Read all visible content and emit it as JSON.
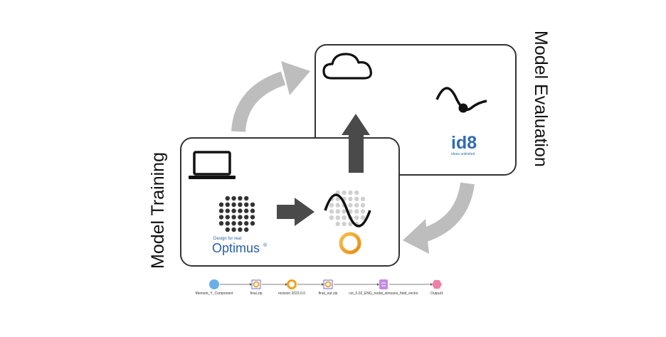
{
  "labels": {
    "model_training": "Model Training",
    "model_evaluation": "Model Evaluation"
  },
  "logos": {
    "optimus_tagline": "Design for real",
    "optimus_name": "Optimus",
    "optimus_reg": "®",
    "id8_name": "id8",
    "id8_tagline": "ideas unlimited"
  },
  "workflow": {
    "nodes": [
      {
        "label": "Moment_Y_Component",
        "color": "#6aaee8",
        "shape": "circle"
      },
      {
        "label": "final.zip",
        "color": "#e7a33c",
        "shape": "zip"
      },
      {
        "label": "revision 2023.0.0",
        "color": "#f0a11c",
        "shape": "ring"
      },
      {
        "label": "final_out.zip",
        "color": "#e7a33c",
        "shape": "zip"
      },
      {
        "label": "cst_0.02_ENG_nodal_stresses_field_vector",
        "color": "#c28be0",
        "shape": "file"
      },
      {
        "label": "Output1",
        "color": "#f07fa8",
        "shape": "hexagon"
      }
    ]
  },
  "colors": {
    "arrow_gray": "#bdbdbd",
    "arrow_dark": "#4a4a4a",
    "optimus_blue": "#2a5fa8",
    "id8_blue": "#2f6db4",
    "orange": "#f0a11c"
  }
}
